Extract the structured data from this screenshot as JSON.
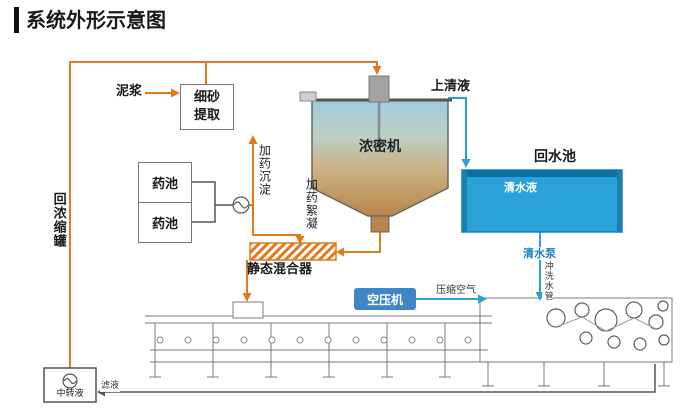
{
  "page": {
    "title": "系统外形示意图"
  },
  "diagram": {
    "labels": {
      "slurry": "泥浆",
      "sand_extraction": "细砂提取",
      "chem_tank_1": "药池",
      "chem_tank_2": "药池",
      "dosing_settling": "加药沉淀",
      "dosing_flocculation": "加药絮凝",
      "thickener": "浓密机",
      "supernatant": "上清液",
      "return_water_pool": "回水池",
      "clear_water": "清水液",
      "clean_water_pump": "清水泵",
      "flush_water_pipe": "冲洗水管",
      "static_mixer": "静态混合器",
      "air_compressor": "空压机",
      "compressed_air": "压缩空气",
      "return_concentrate_tank": "回浓缩罐",
      "transfer_liquid": "中转液",
      "filtrate": "滤液"
    },
    "colors": {
      "slurry_line": "#E07A1F",
      "water_line": "#2B9FD6",
      "pool_fill": "#2AA2D8",
      "pool_rim": "#0E6FA6",
      "compressor_fill": "#3E86C6",
      "tank_gradient_top": "#9FCCDF",
      "tank_gradient_bottom": "#B9854A",
      "machine_stroke": "#7A7A7A"
    }
  }
}
